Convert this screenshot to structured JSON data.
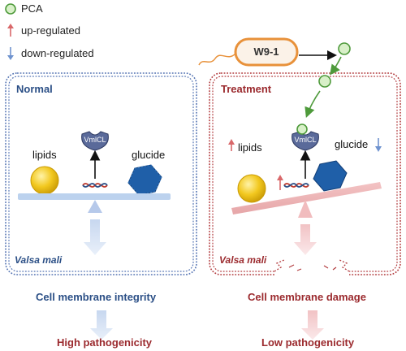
{
  "legend": {
    "pca": "PCA",
    "up": "up-regulated",
    "down": "down-regulated"
  },
  "strain": "W9-1",
  "normal": {
    "title": "Normal",
    "lipids": "lipids",
    "glucide": "glucide",
    "enzyme": "VmlCL",
    "species": "Valsa mali",
    "membrane": "Cell membrane integrity",
    "pathogenicity": "High pathogenicity"
  },
  "treatment": {
    "title": "Treatment",
    "lipids": "lipids",
    "glucide": "glucide",
    "enzyme": "VmlCL",
    "species": "Valsa mali",
    "membrane": "Cell membrane damage",
    "pathogenicity": "Low pathogenicity"
  },
  "colors": {
    "normal_blue": "#2b4f86",
    "treatment_red": "#9b2a2e",
    "pca_green": "#4e9a3b",
    "strain_orange": "#e8913a",
    "lipid_yellow": "#f2c81f",
    "glucide_blue": "#1f5fa8",
    "up_arrow": "#d9686a",
    "down_arrow": "#6f93cf"
  }
}
